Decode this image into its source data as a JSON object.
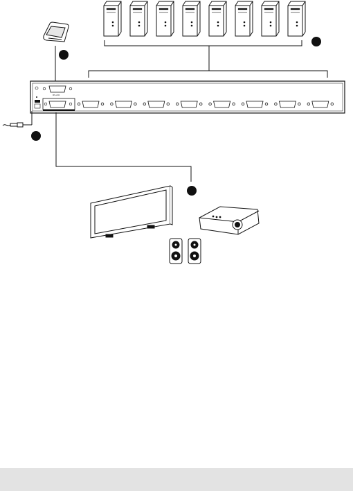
{
  "device": {
    "port_top_label": "RS-232",
    "port_count": 8
  },
  "computers": {
    "count": 8
  },
  "callouts": [
    {
      "name": "step-1-badge"
    },
    {
      "name": "step-2-badge"
    },
    {
      "name": "step-3-badge"
    },
    {
      "name": "step-4-badge"
    }
  ],
  "colors": {
    "line": "#111111",
    "badge": "#111111",
    "footer": "#e3e3e3"
  }
}
